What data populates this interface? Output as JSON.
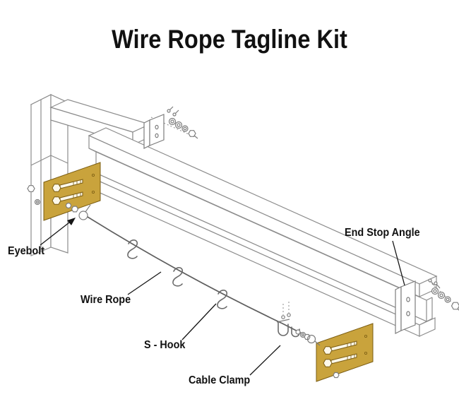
{
  "title": "Wire Rope Tagline Kit",
  "labels": {
    "eyebolt": "Eyebolt",
    "wire_rope": "Wire Rope",
    "s_hook": "S - Hook",
    "cable_clamp": "Cable Clamp",
    "end_stop_angle": "End Stop Angle"
  },
  "colors": {
    "background": "#ffffff",
    "text": "#111111",
    "bracket_gold": "#c9a33c",
    "bracket_gold_outline": "#7a5c12",
    "line_gray": "#8c8c8c",
    "rope_gray": "#5f5f5f"
  }
}
